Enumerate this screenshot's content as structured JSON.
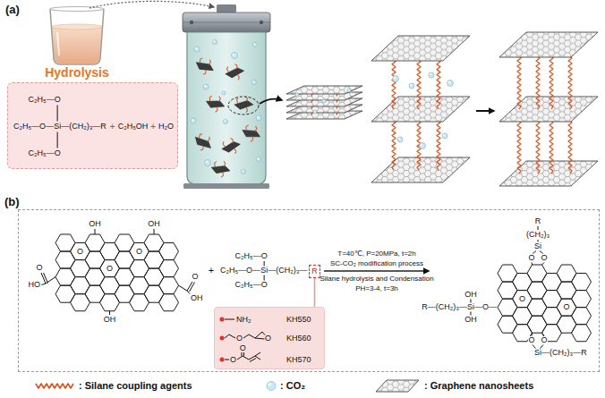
{
  "diagram": {
    "nodes": [
      {
        "text": [
          "C₂H₅—O",
          "C₂H₅—O—",
          "Si",
          "—(CH₂)₃—R",
          "+",
          "C₂H₅OH",
          "+",
          "H₂O",
          "C₂H₅—O"
        ]
      },
      {
        "text": [
          "(b)"
        ]
      },
      {
        "text": [
          "R"
        ],
        "in": 1
      },
      {
        "text": [
          "NH₂",
          "KH550",
          "O",
          "O",
          "KH560",
          "O",
          "O",
          "KH570"
        ],
        "in": 1
      }
    ],
    "edges": [
      {
        "from": 2,
        "to": 3,
        "arrow": "none"
      }
    ],
    "labels": [
      "(a)",
      "Hydrolysis",
      "OH",
      "OH",
      "O",
      "HO",
      "O",
      "O",
      "O",
      "O",
      "OH",
      "OH",
      "+",
      "C₂H₅—O",
      "C₂H₅—O—",
      "Si",
      "—(CH₂)₃—",
      "C₂H₅—O",
      "T=40℃, P=20MPa, t=2h",
      "SC-CO₂ modification process",
      "Silane hydrolysis and Condensation",
      "PH=3-4, t=3h",
      "R",
      "(CH₂)₃",
      "Si",
      "O",
      "O",
      "OH",
      "R—(CH₂)₃—",
      "Si",
      "—O—",
      "OH",
      "O",
      "O",
      "O",
      "O",
      "Si",
      "—(CH₂)₃—R"
    ],
    "legend": [
      {
        "text": ": Silane coupling agents"
      },
      {
        "text": ": CO₂"
      },
      {
        "text": ": Graphene nanosheets"
      }
    ]
  }
}
